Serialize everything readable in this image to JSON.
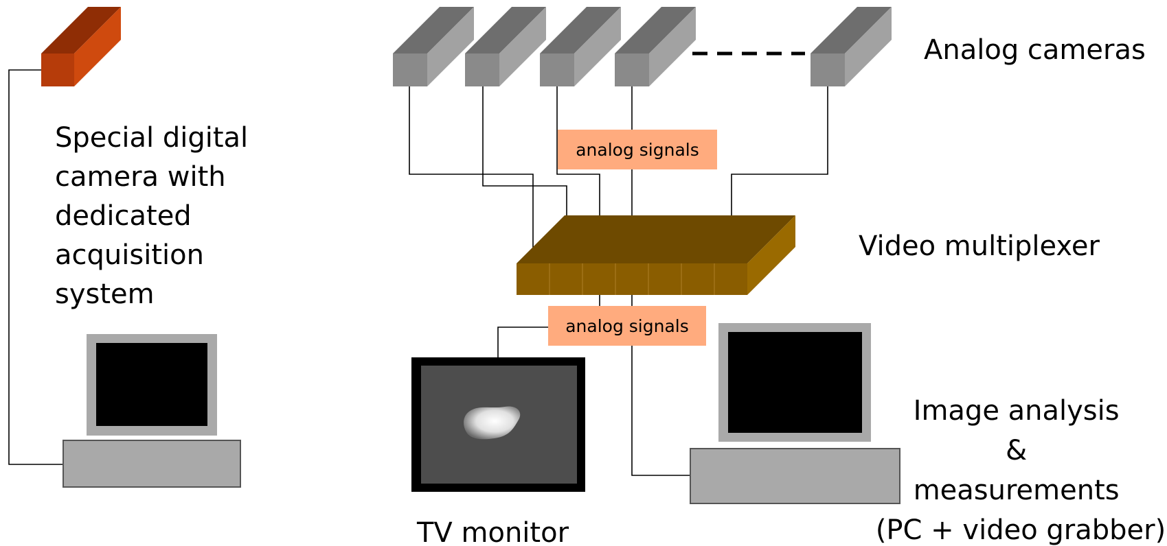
{
  "labels": {
    "analog_cameras": "Analog cameras",
    "video_multiplexer": "Video multiplexer",
    "tv_monitor": "TV monitor",
    "special_camera": [
      "Special digital",
      "camera with",
      "dedicated",
      "acquisition",
      "system"
    ],
    "image_analysis": [
      "Image analysis",
      "&",
      "measurements",
      "(PC + video grabber)"
    ]
  },
  "signal_tags": {
    "upper": "analog signals",
    "lower": "analog signals"
  },
  "colors": {
    "camera_front": "#8a8a8a",
    "camera_top": "#6e6e6e",
    "camera_side": "#a2a2a2",
    "digital_camera_front": "#b63c0a",
    "digital_camera_top": "#8f2d05",
    "digital_camera_side": "#cf4a0e",
    "mux_top": "#6e4a00",
    "mux_front": "#8a5d00",
    "mux_side": "#9a6a00",
    "signal_tag": "#ffab7e",
    "pc_case": "#a9a9a9",
    "screen": "#000000",
    "tv_bezel": "#000000",
    "tv_screen": "#4d4d4d"
  },
  "icons": [
    "analog-camera-icon",
    "digital-camera-icon",
    "video-multiplexer-icon",
    "tv-monitor-icon",
    "pc-icon"
  ]
}
